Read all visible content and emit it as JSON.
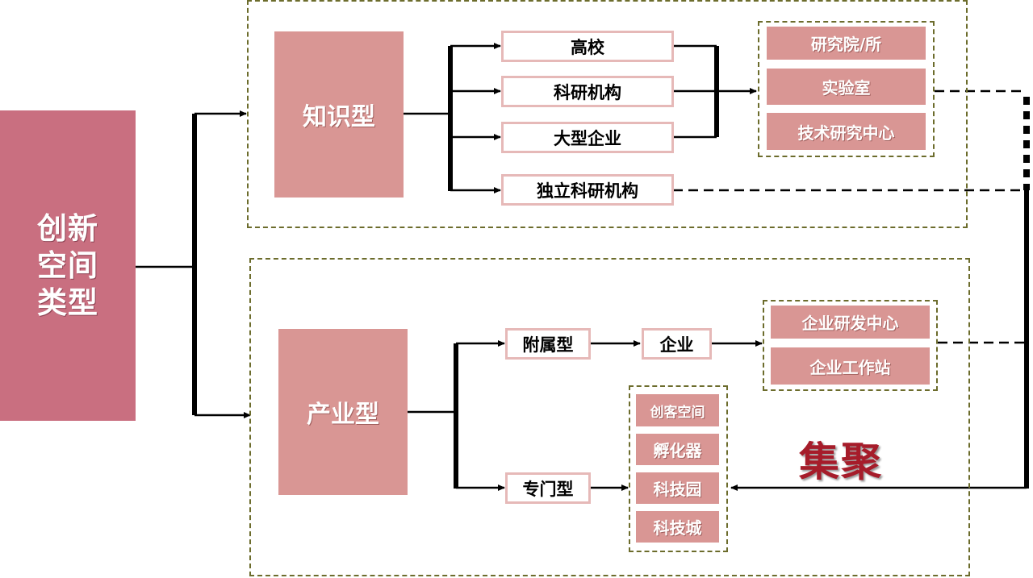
{
  "root": {
    "label": "创新空间类型"
  },
  "knowledge": {
    "label": "知识型",
    "nodes": [
      "高校",
      "科研机构",
      "大型企业",
      "独立科研机构"
    ],
    "results": [
      "研究院/所",
      "实验室",
      "技术研究中心"
    ]
  },
  "industry": {
    "label": "产业型",
    "affiliated": "附属型",
    "enterprise": "企业",
    "enterprise_results": [
      "企业研发中心",
      "企业工作站"
    ],
    "dedicated": "专门型",
    "dedicated_results": [
      "创客空间",
      "孵化器",
      "科技园",
      "科技城"
    ]
  },
  "cluster_label": "集聚",
  "colors": {
    "root": "#c96f80",
    "category": "#d99694",
    "node_border": "#e6b9b8",
    "dash": "#6c6c2c",
    "accent": "#a61c2a"
  }
}
